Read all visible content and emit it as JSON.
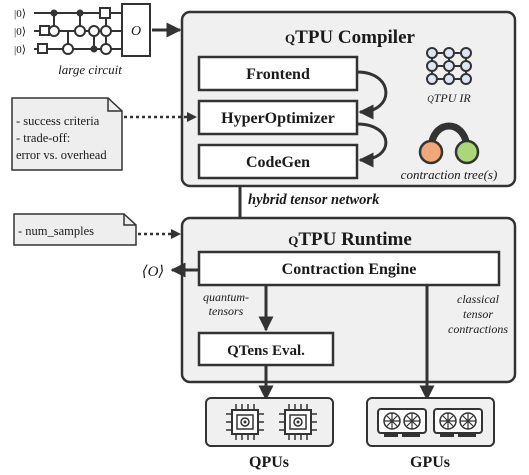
{
  "input_circuit": {
    "kets": [
      "|0⟩",
      "|0⟩",
      "|0⟩"
    ],
    "observable": "O",
    "caption": "large circuit"
  },
  "compiler": {
    "title_prefix": "Q",
    "title_rest": "TPU Compiler",
    "stages": [
      "Frontend",
      "HyperOptimizer",
      "CodeGen"
    ],
    "ir_label_prefix": "Q",
    "ir_label_rest": "TPU IR",
    "tree_label": "contraction tree(s)"
  },
  "optimizer_note": {
    "lines": [
      "- success criteria",
      "- trade-off:",
      "error vs. overhead"
    ]
  },
  "hybrid_label": "hybrid tensor network",
  "runtime_note": {
    "lines": [
      "- num_samples"
    ]
  },
  "runtime": {
    "title_prefix": "Q",
    "title_rest": "TPU Runtime",
    "engine": "Contraction Engine",
    "output": "⟨O⟩",
    "quantum_label": [
      "quantum-",
      "tensors"
    ],
    "classical_label": [
      "classical",
      "tensor",
      "contractions"
    ],
    "qtens": "QTens Eval."
  },
  "hardware": {
    "qpus": "QPUs",
    "gpus": "GPUs"
  },
  "colors": {
    "panel": "#f0f0f0",
    "stroke": "#333333",
    "ir_node": "#dde6f5",
    "tree_left": "#f0a77a",
    "tree_right": "#a9d77a"
  }
}
